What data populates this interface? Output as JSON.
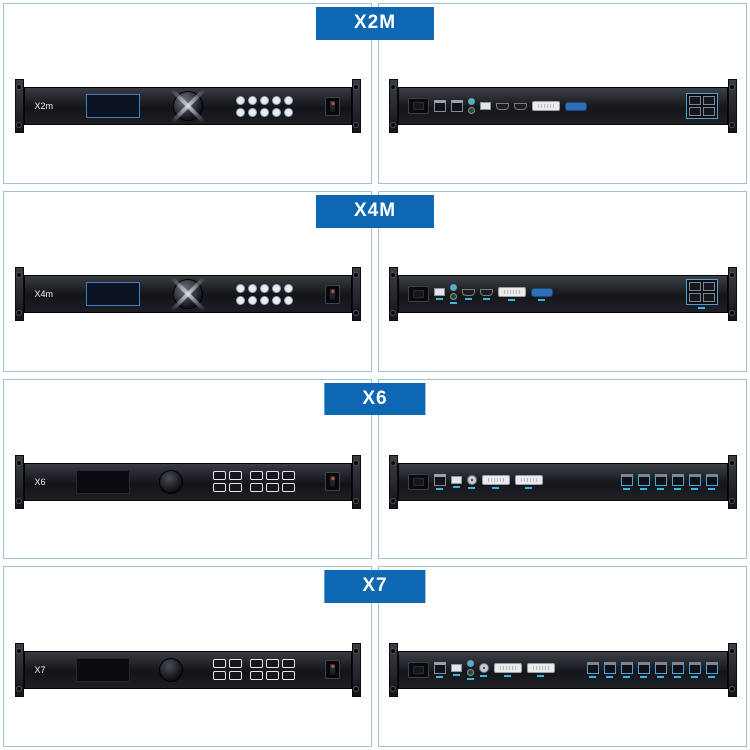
{
  "page": {
    "background": "#ffffff",
    "cell_border_color": "#9fc3dd",
    "accent_cyan": "#35b6e3",
    "banner": {
      "bg": "#0e67b2",
      "text_color": "#ffffff"
    }
  },
  "rows": [
    {
      "model": "X2M",
      "front": {
        "panel_label": "X2m",
        "knob_style": "x-flare",
        "screen_style": "blue",
        "button_groups": [
          {
            "rows": 2,
            "cols": 5,
            "style": "round"
          }
        ]
      },
      "rear": {
        "port_labels": false,
        "ports": [
          "power-inlet",
          "rj45",
          "rj45",
          "audio-stack",
          "usb",
          "hdmi",
          "hdmi",
          "dvi",
          "vga",
          "rj45-quad"
        ]
      }
    },
    {
      "model": "X4M",
      "front": {
        "panel_label": "X4m",
        "knob_style": "x-flare",
        "screen_style": "blue",
        "button_groups": [
          {
            "rows": 2,
            "cols": 5,
            "style": "round"
          }
        ]
      },
      "rear": {
        "port_labels": true,
        "ports": [
          "power-inlet",
          "usb",
          "audio-stack",
          "hdmi",
          "hdmi",
          "dvi",
          "vga",
          "rj45-quad"
        ]
      }
    },
    {
      "model": "X6",
      "front": {
        "panel_label": "X6",
        "knob_style": "round",
        "screen_style": "plain",
        "button_groups": [
          {
            "rows": 2,
            "cols": 2,
            "style": "square"
          },
          {
            "rows": 2,
            "cols": 3,
            "style": "square"
          }
        ]
      },
      "rear": {
        "port_labels": true,
        "ports": [
          "power-inlet",
          "rj45",
          "usb",
          "bnc",
          "dvi",
          "dvi",
          "rj45-out",
          "rj45-out",
          "rj45-out",
          "rj45-out",
          "rj45-out",
          "rj45-out"
        ]
      }
    },
    {
      "model": "X7",
      "front": {
        "panel_label": "X7",
        "knob_style": "round",
        "screen_style": "plain",
        "button_groups": [
          {
            "rows": 2,
            "cols": 2,
            "style": "square"
          },
          {
            "rows": 2,
            "cols": 3,
            "style": "square"
          }
        ]
      },
      "rear": {
        "port_labels": true,
        "ports": [
          "power-inlet",
          "rj45",
          "usb",
          "audio-stack",
          "bnc",
          "dvi",
          "dvi",
          "rj45-out",
          "rj45-out",
          "rj45-out",
          "rj45-out",
          "rj45-out",
          "rj45-out",
          "rj45-out",
          "rj45-out"
        ]
      }
    }
  ]
}
